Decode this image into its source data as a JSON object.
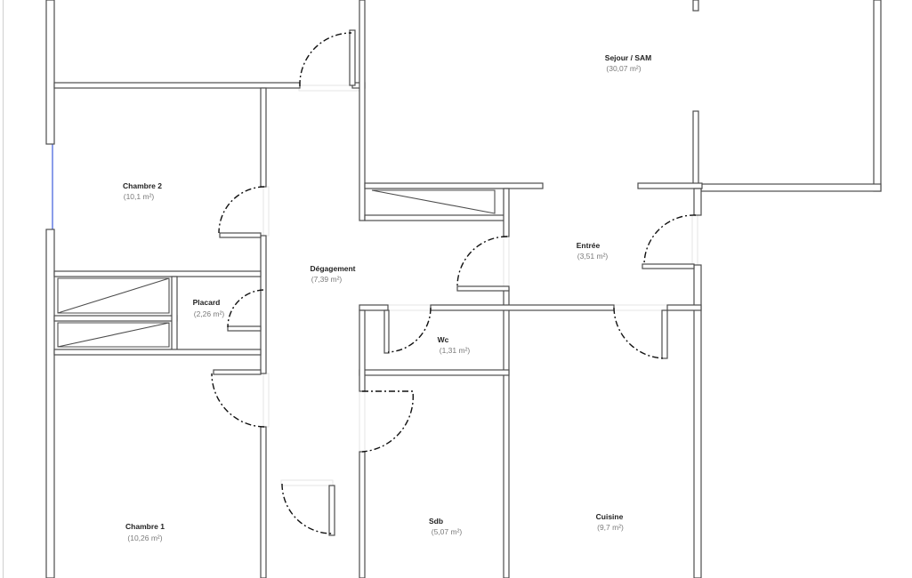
{
  "plan": {
    "rooms": [
      {
        "id": "sejour",
        "name": "Sejour / SAM",
        "area": "(30,07 m²)"
      },
      {
        "id": "chambre2",
        "name": "Chambre 2",
        "area": "(10,1 m²)"
      },
      {
        "id": "degagement",
        "name": "Dégagement",
        "area": "(7,39 m²)"
      },
      {
        "id": "entree",
        "name": "Entrée",
        "area": "(3,51 m²)"
      },
      {
        "id": "placard",
        "name": "Placard",
        "area": "(2,26 m²)"
      },
      {
        "id": "wc",
        "name": "Wc",
        "area": "(1,31 m²)"
      },
      {
        "id": "chambre1",
        "name": "Chambre 1",
        "area": "(10,26 m²)"
      },
      {
        "id": "sdb",
        "name": "Sdb",
        "area": "(5,07 m²)"
      },
      {
        "id": "cuisine",
        "name": "Cuisine",
        "area": "(9,7 m²)"
      }
    ]
  },
  "colors": {
    "wall_stroke": "#4d4d4d",
    "wall_fill": "#ffffff",
    "door_swing": "#111111",
    "window": "#3b5bdb"
  }
}
